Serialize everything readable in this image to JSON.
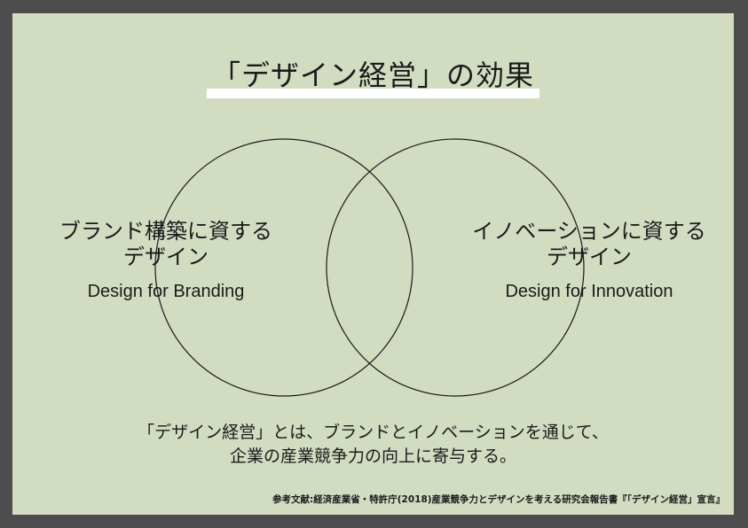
{
  "title": "「デザイン経営」の効果",
  "left_circle": {
    "jp_line1": "ブランド構築に資する",
    "jp_line2": "デザイン",
    "en": "Design for Branding"
  },
  "right_circle": {
    "jp_line1": "イノベーションに資する",
    "jp_line2": "デザイン",
    "en": "Design for Innovation"
  },
  "summary": {
    "line1": "「デザイン経営」とは、ブランドとイノベーションを通じて、",
    "line2": "企業の産業競争力の向上に寄与する。"
  },
  "reference": "参考文献:経済産業省・特許庁(2018)産業競争力とデザインを考える研究会報告書『「デザイン経営」宣言』",
  "colors": {
    "frame_border": "#4d4d4d",
    "background": "#d2dcc1",
    "title_highlight": "#ffffff",
    "text": "#1a1a1a"
  }
}
